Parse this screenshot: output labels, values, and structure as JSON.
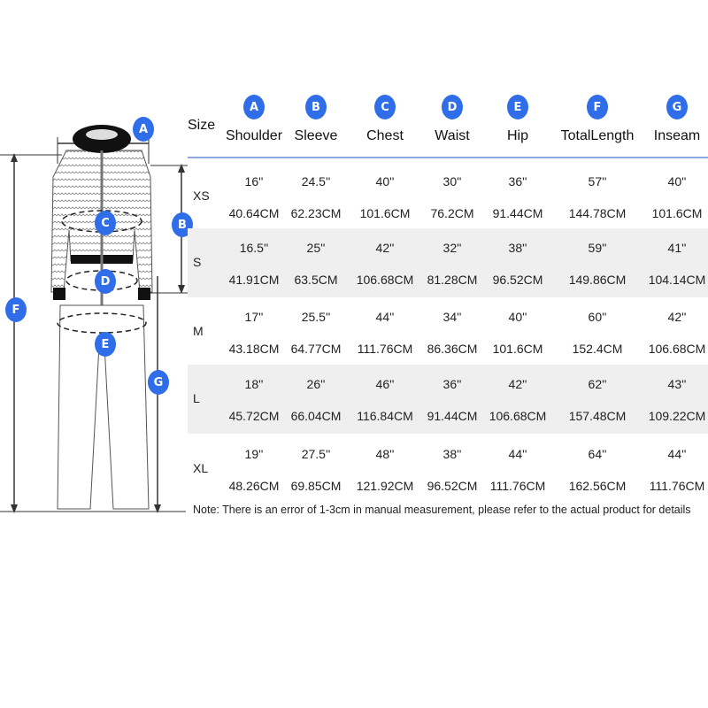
{
  "header": {
    "size_label": "Size",
    "columns": [
      {
        "badge": "A",
        "label": "Shoulder"
      },
      {
        "badge": "B",
        "label": "Sleeve"
      },
      {
        "badge": "C",
        "label": "Chest"
      },
      {
        "badge": "D",
        "label": "Waist"
      },
      {
        "badge": "E",
        "label": "Hip"
      },
      {
        "badge": "F",
        "label": "TotalLength"
      },
      {
        "badge": "G",
        "label": "Inseam"
      }
    ]
  },
  "rows": [
    {
      "size": "XS",
      "inches": [
        "16''",
        "24.5''",
        "40''",
        "30''",
        "36''",
        "57''",
        "40''"
      ],
      "cm": [
        "40.64CM",
        "62.23CM",
        "101.6CM",
        "76.2CM",
        "91.44CM",
        "144.78CM",
        "101.6CM"
      ]
    },
    {
      "size": "S",
      "inches": [
        "16.5''",
        "25''",
        "42''",
        "32''",
        "38''",
        "59''",
        "41''"
      ],
      "cm": [
        "41.91CM",
        "63.5CM",
        "106.68CM",
        "81.28CM",
        "96.52CM",
        "149.86CM",
        "104.14CM"
      ]
    },
    {
      "size": "M",
      "inches": [
        "17''",
        "25.5''",
        "44''",
        "34''",
        "40''",
        "60''",
        "42''"
      ],
      "cm": [
        "43.18CM",
        "64.77CM",
        "111.76CM",
        "86.36CM",
        "101.6CM",
        "152.4CM",
        "106.68CM"
      ]
    },
    {
      "size": "L",
      "inches": [
        "18''",
        "26''",
        "46''",
        "36''",
        "42''",
        "62''",
        "43''"
      ],
      "cm": [
        "45.72CM",
        "66.04CM",
        "116.84CM",
        "91.44CM",
        "106.68CM",
        "157.48CM",
        "109.22CM"
      ]
    },
    {
      "size": "XL",
      "inches": [
        "19''",
        "27.5''",
        "48''",
        "38''",
        "44''",
        "64''",
        "44''"
      ],
      "cm": [
        "48.26CM",
        "69.85CM",
        "121.92CM",
        "96.52CM",
        "111.76CM",
        "162.56CM",
        "111.76CM"
      ]
    }
  ],
  "note": "Note: There is an error of 1-3cm in manual measurement, please refer to the actual product for details",
  "figure": {
    "badges": [
      "A",
      "B",
      "C",
      "D",
      "E",
      "F",
      "G"
    ]
  },
  "colors": {
    "badge": "#2f6ee8",
    "divider": "#8fa9e0",
    "alt_row": "#efefef"
  }
}
